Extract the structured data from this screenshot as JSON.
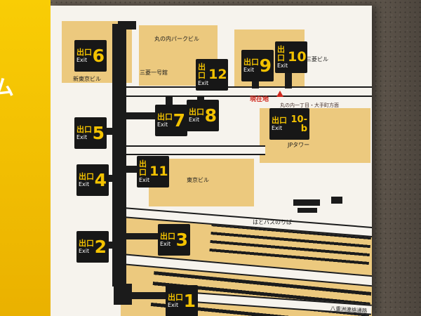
{
  "side": {
    "partial_char": "ム"
  },
  "exit_box": {
    "deguchi": "出口",
    "exit_word": "Exit"
  },
  "exits": [
    {
      "number": "6"
    },
    {
      "number": "12"
    },
    {
      "number": "9"
    },
    {
      "number": "10"
    },
    {
      "number": "5"
    },
    {
      "number": "7"
    },
    {
      "number": "8"
    },
    {
      "number": "10-b"
    },
    {
      "number": "11"
    },
    {
      "number": "4"
    },
    {
      "number": "2"
    },
    {
      "number": "3"
    },
    {
      "number": "1"
    }
  ],
  "labels": {
    "marunouchi_park_bldg": "丸の内パークビル",
    "mitsubishi_bldg": "三菱ビル",
    "shin_tokyo_bldg": "新東京ビル",
    "mitsubishi_ichigokan": "三菱一号館",
    "jp_tower": "JPタワー",
    "tokyo_bldg": "東京ビル",
    "hato_bus": "はとバスのりば",
    "yaesu_passage": "八重洲連絡通路"
  },
  "marker": {
    "current_location": "現在地",
    "direction": "丸の内一丁目・大手町方面"
  },
  "colors": {
    "sign_yellow": "#f3c400",
    "building_tan": "#ecc97e",
    "exit_black": "#171717",
    "accent_red": "#d0281e",
    "wall_brown": "#6a6055"
  }
}
